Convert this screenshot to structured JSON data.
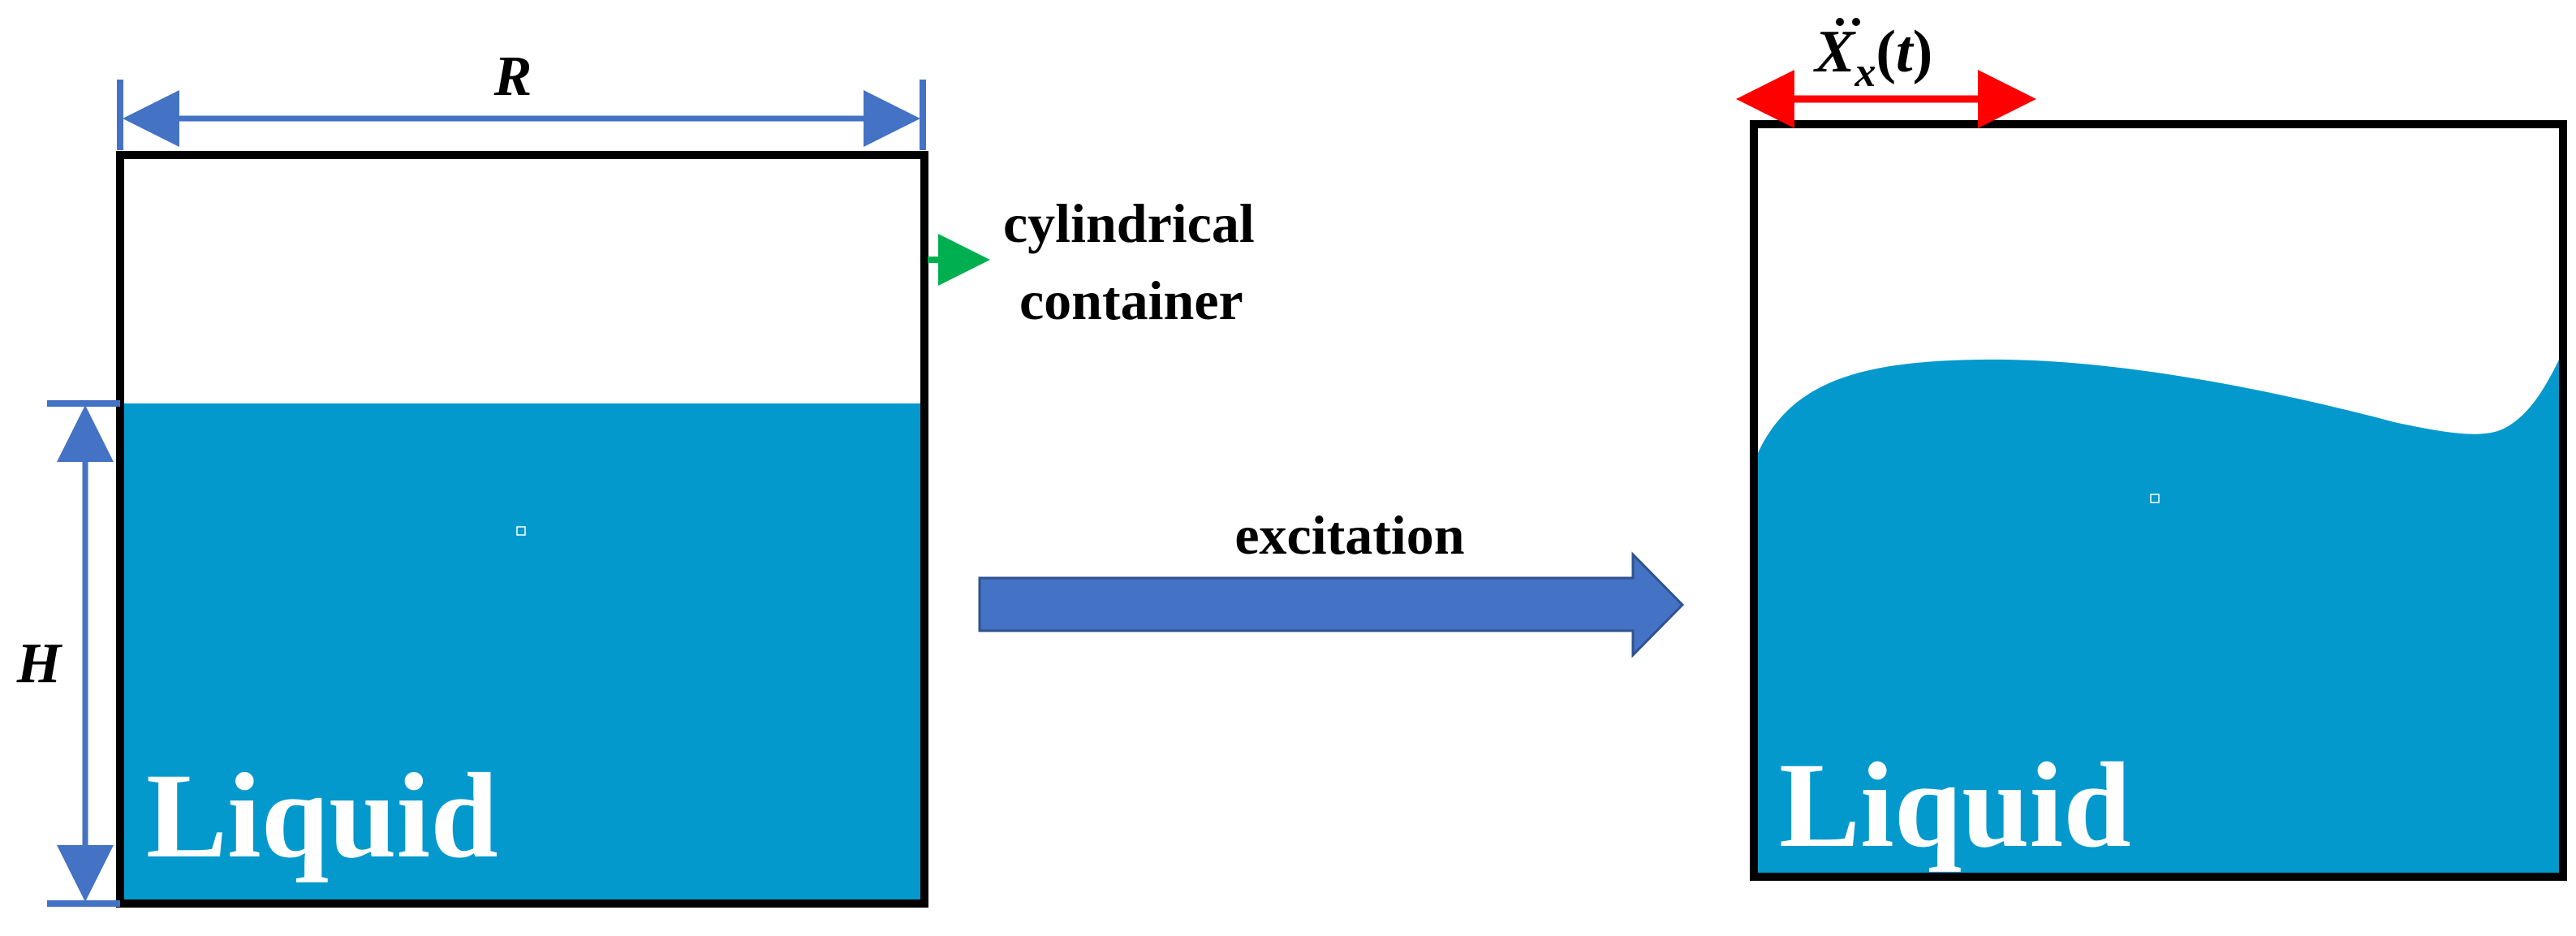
{
  "labels": {
    "width_symbol": "R",
    "height_symbol": "H",
    "container_line1": "cylindrical",
    "container_line2": "container",
    "excitation": "excitation",
    "liquid_left": "Liquid",
    "liquid_right": "Liquid",
    "accel_symbol": "X",
    "accel_sub": "x",
    "accel_arg_open": "(",
    "accel_arg": "t",
    "accel_arg_close": ")"
  },
  "colors": {
    "liquid": "#0399CC",
    "dimension": "#4472C4",
    "excitation_arrow": "#4472C4",
    "container_pointer": "#00B050",
    "acceleration_arrow": "#FF0000",
    "container_outline": "#000000",
    "liquid_text": "#FFFFFF",
    "label_text": "#000000"
  }
}
